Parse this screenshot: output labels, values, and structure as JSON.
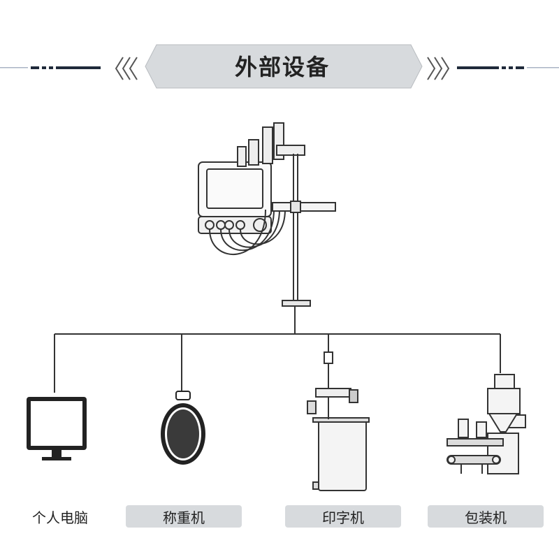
{
  "title": "外部设备",
  "devices": [
    {
      "label": "个人电脑",
      "icon": "monitor-icon"
    },
    {
      "label": "称重机",
      "icon": "scale-icon"
    },
    {
      "label": "印字机",
      "icon": "printer-icon"
    },
    {
      "label": "包装机",
      "icon": "packing-machine-icon"
    }
  ],
  "colors": {
    "banner": "#d7dadd",
    "label_bg": "#d7dadd",
    "line": "#333333",
    "deco": "#1f2a3a"
  }
}
